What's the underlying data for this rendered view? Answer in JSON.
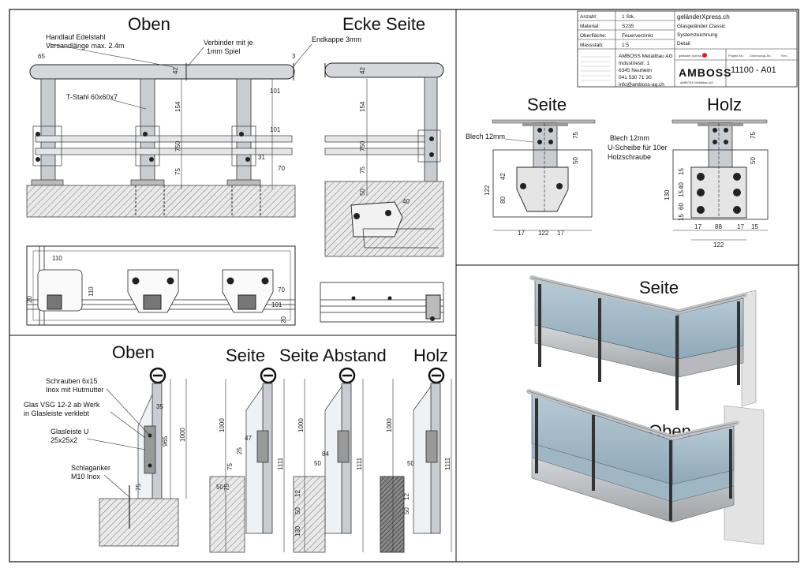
{
  "views": {
    "oben": "Oben",
    "ecke_seite": "Ecke Seite",
    "seite": "Seite",
    "holz": "Holz",
    "seite_abstand": "Seite Abstand"
  },
  "top_elevation": {
    "handlauf_1": "Handlauf Edelstahl",
    "handlauf_2": "Versandlänge max. 2.4m",
    "verbinder_1": "Verbinder mit je",
    "verbinder_2": "1mm Spiel",
    "endkappe": "Endkappe 3mm",
    "tstahl": "T-Stahl 60x60x7",
    "dims": {
      "d65": "65",
      "d42a": "42",
      "d42b": "42",
      "d3": "3",
      "d154a": "154",
      "d154b": "154",
      "d750a": "750",
      "d750b": "750",
      "d75a": "75",
      "d75b": "75",
      "d101a": "101",
      "d101b": "101",
      "d31": "31",
      "d70": "70",
      "d50": "50",
      "d40": "40"
    }
  },
  "plan": {
    "dims": {
      "d110a": "110",
      "d110b": "110",
      "d20a": "20",
      "d70": "70",
      "d101": "101",
      "d20b": "20"
    }
  },
  "title_block": {
    "rows": [
      {
        "label": "Anzahl:",
        "value": "1 Stk."
      },
      {
        "label": "Material:",
        "value": "S235"
      },
      {
        "label": "Oberfläche:",
        "value": "Feuerverzinkt"
      },
      {
        "label": "Massstab:",
        "value": "1:5"
      }
    ],
    "brand": "geländerXpress.ch",
    "product_1": "Glasgeländer Classic",
    "product_2": "Systemzeichnung",
    "product_3": "Detail",
    "company": "AMBOSS Metallbau AG",
    "street": "Industriestr. 1",
    "city": "6345 Neuheim",
    "phone": "041 530 71 30",
    "email": "info@amboss-ag.ch",
    "logo_small": "geländer xpress.ch",
    "logo": "AMBOSS",
    "logo_sub": "AMBOSS Metallbau AG",
    "projekt_label": "Projekt-Nr.:",
    "zeichnung_label": "Zeichnungs-Nr.:",
    "rev_label": "Rev.:",
    "drawing_no": "11100 - A01"
  },
  "plate_details": {
    "seite_title": "Seite",
    "holz_title": "Holz",
    "blech": "Blech 12mm",
    "holz_1": "Blech 12mm",
    "holz_2": "U-Scheibe für 10er",
    "holz_3": "Holzschraube",
    "dims": {
      "s75": "75",
      "s50": "50",
      "s42": "42",
      "s122": "122",
      "s80": "80",
      "s17a": "17",
      "s122b": "122",
      "s17b": "17",
      "h75": "75",
      "h50": "50",
      "h15a": "15",
      "h40": "40",
      "h15b": "15",
      "h60": "60",
      "h130": "130",
      "h15c": "15",
      "h17a": "17",
      "h88": "88",
      "h17b": "17",
      "h15d": "15",
      "h122": "122"
    }
  },
  "sections": {
    "oben": "Oben",
    "seite": "Seite",
    "seite_abstand": "Seite Abstand",
    "holz": "Holz",
    "schrauben_1": "Schrauben 6x15",
    "schrauben_2": "Inox mit Hutmutter",
    "glas_1": "Glas VSG 12-2 ab Werk",
    "glas_2": "in Glasleiste verklebt",
    "glasleiste_1": "Glasleiste U",
    "glasleiste_2": "25x25x2",
    "schlag_1": "Schlaganker",
    "schlag_2": "M10 Inox",
    "dims": {
      "a35": "35",
      "a965": "965",
      "a1000": "1000",
      "a75": "75",
      "b1000": "1000",
      "b47": "47",
      "b75": "75",
      "b25": "25",
      "b1111": "1111",
      "b75b": "75",
      "b50": "50",
      "c1000": "1000",
      "c84": "84",
      "c50": "50",
      "c1111": "1111",
      "c12": "12",
      "c50b": "50",
      "c130": "130",
      "d1000": "1000",
      "d50": "50",
      "d1111": "1111",
      "d12": "12",
      "d50b": "50"
    }
  },
  "renders": {
    "seite": "Seite",
    "oben": "Oben"
  }
}
